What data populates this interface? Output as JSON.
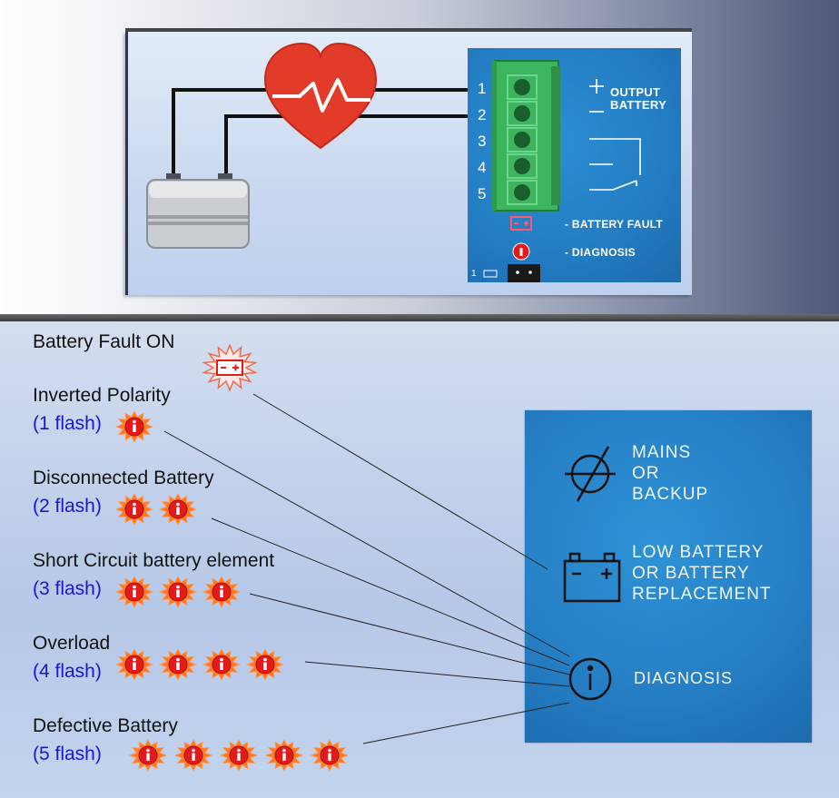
{
  "panel": {
    "pins": [
      "1",
      "2",
      "3",
      "4",
      "5"
    ],
    "output_battery_label": "OUTPUT\nBATTERY",
    "battery_fault_label": "- BATTERY FAULT",
    "diagnosis_label": "- DIAGNOSIS",
    "footer_label": "1"
  },
  "legend": {
    "mains_label": "MAINS\nOR\nBACKUP",
    "low_battery_label": "LOW BATTERY\nOR BATTERY\nREPLACEMENT",
    "diagnosis_label": "DIAGNOSIS"
  },
  "faults": [
    {
      "title": "Battery Fault ON"
    },
    {
      "title": "Inverted Polarity",
      "flash_label": "(1 flash)",
      "flashes": 1
    },
    {
      "title": "Disconnected Battery",
      "flash_label": "(2 flash)",
      "flashes": 2
    },
    {
      "title": "Short Circuit battery element",
      "flash_label": "(3 flash)",
      "flashes": 3
    },
    {
      "title": "Overload",
      "flash_label": "(4 flash)",
      "flashes": 4
    },
    {
      "title": "Defective Battery",
      "flash_label": "(5 flash)",
      "flashes": 5
    }
  ],
  "colors": {
    "burst_fill": "#ff7a22",
    "diagnosis_icon": "#e21a1a",
    "heart": "#e33b2a",
    "connector": "#3cb55e",
    "flash_text": "#1717d6"
  }
}
